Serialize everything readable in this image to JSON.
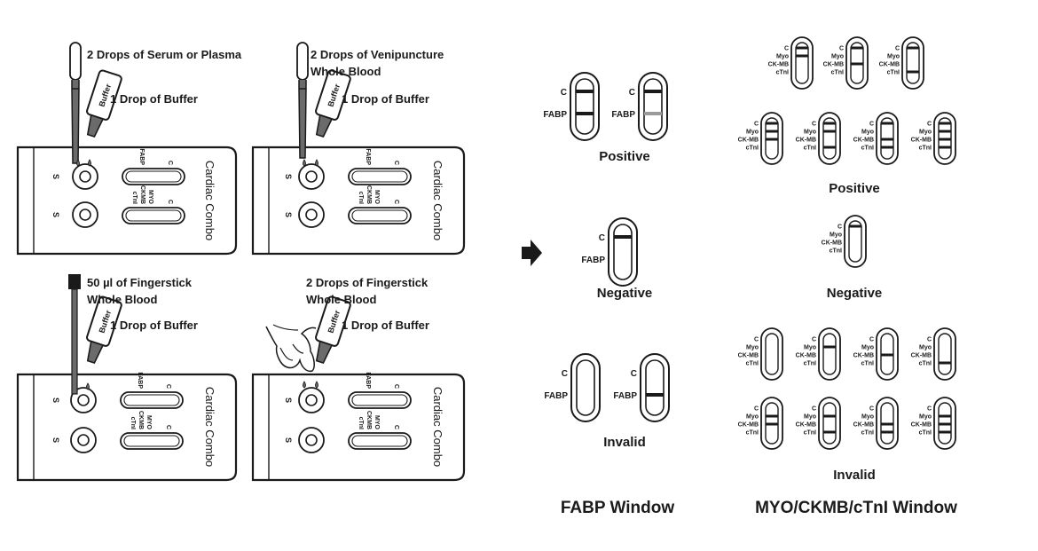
{
  "instructions": [
    {
      "sample_line1": "2 Drops of Serum or Plasma",
      "sample_line2": "",
      "buffer": "1 Drop of Buffer",
      "applicator": "dropper-icon"
    },
    {
      "sample_line1": "2 Drops of Venipuncture",
      "sample_line2": "Whole Blood",
      "buffer": "1 Drop of Buffer",
      "applicator": "dropper-icon"
    },
    {
      "sample_line1": "50 µl of Fingerstick",
      "sample_line2": "Whole Blood",
      "buffer": "1 Drop of Buffer",
      "applicator": "capillary-tube-icon"
    },
    {
      "sample_line1": "2 Drops of Fingerstick",
      "sample_line2": "Whole Blood",
      "buffer": "1 Drop of Buffer",
      "applicator": "finger-icon"
    }
  ],
  "device": {
    "brand": "Cardiac Combo",
    "well_label": "S",
    "bottle_label": "Buffer",
    "fabp_window_labels": [
      "FABP",
      "C"
    ],
    "multi_window_labels": [
      "cTnI",
      "CKMB",
      "MYO",
      "C"
    ]
  },
  "line_labels": {
    "fabp": [
      "C",
      "FABP"
    ],
    "multi": [
      "C",
      "Myo",
      "CK-MB",
      "cTnI"
    ]
  },
  "results": {
    "positive": "Positive",
    "negative": "Negative",
    "invalid": "Invalid"
  },
  "columns": {
    "fabp": "FABP Window",
    "multi": "MYO/CKMB/cTnI Window"
  },
  "fabp_cassettes": {
    "positive": [
      {
        "lines": [
          "C",
          "FABP"
        ],
        "faint": []
      },
      {
        "lines": [
          "C",
          "FABP"
        ],
        "faint": [
          "FABP"
        ]
      }
    ],
    "negative": [
      {
        "lines": [
          "C"
        ],
        "faint": []
      }
    ],
    "invalid": [
      {
        "lines": [],
        "faint": []
      },
      {
        "lines": [
          "FABP"
        ],
        "faint": []
      }
    ]
  },
  "multi_cassettes": {
    "positive": [
      {
        "lines": [
          "C",
          "Myo"
        ]
      },
      {
        "lines": [
          "C",
          "CK-MB"
        ]
      },
      {
        "lines": [
          "C",
          "cTnI"
        ]
      },
      {
        "lines": [
          "C",
          "Myo",
          "CK-MB"
        ]
      },
      {
        "lines": [
          "C",
          "Myo",
          "cTnI"
        ]
      },
      {
        "lines": [
          "C",
          "CK-MB",
          "cTnI"
        ]
      },
      {
        "lines": [
          "C",
          "Myo",
          "CK-MB",
          "cTnI"
        ]
      }
    ],
    "negative": [
      {
        "lines": [
          "C"
        ]
      }
    ],
    "invalid": [
      {
        "lines": []
      },
      {
        "lines": [
          "Myo"
        ]
      },
      {
        "lines": [
          "CK-MB"
        ]
      },
      {
        "lines": [
          "cTnI"
        ]
      },
      {
        "lines": [
          "Myo",
          "CK-MB"
        ]
      },
      {
        "lines": [
          "Myo",
          "cTnI"
        ]
      },
      {
        "lines": [
          "CK-MB",
          "cTnI"
        ]
      },
      {
        "lines": [
          "Myo",
          "CK-MB",
          "cTnI"
        ]
      }
    ]
  },
  "colors": {
    "ink": "#1a1a1a",
    "blood": "#6b6b6b",
    "faint_line": "#9a9a9a"
  }
}
